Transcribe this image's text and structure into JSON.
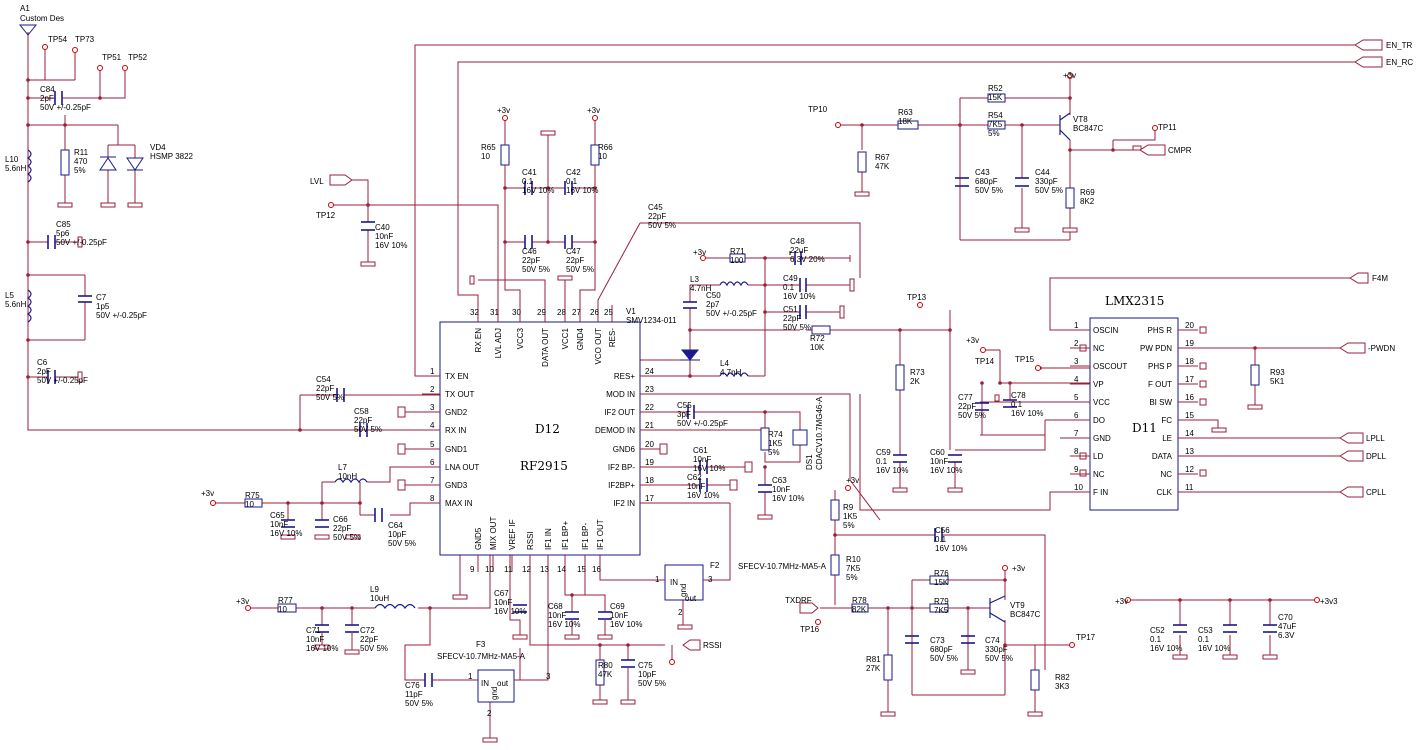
{
  "antenna": {
    "ref": "A1",
    "value": "Custom Des"
  },
  "testpoints": [
    "TP54",
    "TP73",
    "TP51",
    "TP52",
    "TP10",
    "TP11",
    "TP12",
    "TP13",
    "TP14",
    "TP15",
    "TP16",
    "TP17"
  ],
  "chips": {
    "d12": {
      "ref": "D12",
      "part": "RF2915",
      "left_pins": [
        {
          "n": "1",
          "name": "TX EN"
        },
        {
          "n": "2",
          "name": "TX OUT"
        },
        {
          "n": "3",
          "name": "GND2"
        },
        {
          "n": "4",
          "name": "RX IN"
        },
        {
          "n": "5",
          "name": "GND1"
        },
        {
          "n": "6",
          "name": "LNA OUT"
        },
        {
          "n": "7",
          "name": "GND3"
        },
        {
          "n": "8",
          "name": "MAX IN"
        }
      ],
      "right_pins": [
        {
          "n": "24",
          "name": "RES+"
        },
        {
          "n": "23",
          "name": "MOD IN"
        },
        {
          "n": "22",
          "name": "IF2 OUT"
        },
        {
          "n": "21",
          "name": "DEMOD IN"
        },
        {
          "n": "20",
          "name": "GND6"
        },
        {
          "n": "19",
          "name": "IF2 BP-"
        },
        {
          "n": "18",
          "name": "IF2BP+"
        },
        {
          "n": "17",
          "name": "IF2 IN"
        }
      ],
      "top_pins": [
        {
          "n": "32",
          "name": "RX EN"
        },
        {
          "n": "31",
          "name": "LVL ADJ"
        },
        {
          "n": "30",
          "name": "VCC3"
        },
        {
          "n": "29",
          "name": "DATA OUT"
        },
        {
          "n": "28",
          "name": "VCC1"
        },
        {
          "n": "27",
          "name": "GND4"
        },
        {
          "n": "26",
          "name": "VCO OUT"
        },
        {
          "n": "25",
          "name": "RES-"
        }
      ],
      "bottom_pins": [
        {
          "n": "9",
          "name": "GND5"
        },
        {
          "n": "10",
          "name": "MIX OUT"
        },
        {
          "n": "11",
          "name": "VREF IF"
        },
        {
          "n": "12",
          "name": "RSSI"
        },
        {
          "n": "13",
          "name": "IF1 IN"
        },
        {
          "n": "14",
          "name": "IF1 BP+"
        },
        {
          "n": "15",
          "name": "IF1 BP-"
        },
        {
          "n": "16",
          "name": "IF1 OUT"
        }
      ]
    },
    "d11": {
      "ref": "D11",
      "part": "LMX2315",
      "left_pins": [
        {
          "n": "1",
          "name": "OSCIN"
        },
        {
          "n": "2",
          "name": "NC"
        },
        {
          "n": "3",
          "name": "OSCOUT"
        },
        {
          "n": "4",
          "name": "VP"
        },
        {
          "n": "5",
          "name": "VCC"
        },
        {
          "n": "6",
          "name": "DO"
        },
        {
          "n": "7",
          "name": "GND"
        },
        {
          "n": "8",
          "name": "LD"
        },
        {
          "n": "9",
          "name": "NC"
        },
        {
          "n": "10",
          "name": "F IN"
        }
      ],
      "right_pins": [
        {
          "n": "20",
          "name": "PHS R"
        },
        {
          "n": "19",
          "name": "PW PDN"
        },
        {
          "n": "18",
          "name": "PHS P"
        },
        {
          "n": "17",
          "name": "F OUT"
        },
        {
          "n": "16",
          "name": "BI SW"
        },
        {
          "n": "15",
          "name": "FC"
        },
        {
          "n": "14",
          "name": "LE"
        },
        {
          "n": "13",
          "name": "DATA"
        },
        {
          "n": "12",
          "name": "NC"
        },
        {
          "n": "11",
          "name": "CLK"
        }
      ]
    }
  },
  "filters": {
    "f2": {
      "ref": "F2",
      "part": "SFECV-10.7MHz-MA5-A",
      "in": "IN",
      "out": "out",
      "gnd": "gnd"
    },
    "f3": {
      "ref": "F3",
      "part": "SFECV-10.7MHz-MA5-A",
      "in": "IN",
      "out": "out",
      "gnd": "gnd"
    }
  },
  "ports": {
    "en_tr": "EN_TR",
    "en_rc": "EN_RC",
    "cmpr": "CMPR",
    "lvl": "LVL",
    "f4m": "F4M",
    "pwdn": "-PWDN",
    "lpll": "LPLL",
    "dpll": "DPLL",
    "cpll": "CPLL",
    "rssi": "RSSI",
    "txdrf": "TXDRF"
  },
  "supply": {
    "v3": "+3v",
    "v3v3": "+3v3"
  },
  "components": {
    "C84": [
      "C84",
      "2pF",
      "50V +/-0.25pF"
    ],
    "R11": [
      "R11",
      "470",
      "5%"
    ],
    "VD4": [
      "VD4",
      "HSMP 3822"
    ],
    "L10": [
      "L10",
      "5.6nH"
    ],
    "C85": [
      "C85",
      "5p6",
      "50V +/-0.25pF"
    ],
    "L5": [
      "L5",
      "5.6nH"
    ],
    "C7": [
      "C7",
      "1p5",
      "50V +/-0.25pF"
    ],
    "C6": [
      "C6",
      "2pF",
      "50V +/-0.25pF"
    ],
    "C40": [
      "C40",
      "10nF",
      "16V 10%"
    ],
    "R65": [
      "R65",
      "10"
    ],
    "R66": [
      "R66",
      "10"
    ],
    "C41": [
      "C41",
      "0.1",
      "16V 10%"
    ],
    "C42": [
      "C42",
      "0.1",
      "16V 10%"
    ],
    "C46": [
      "C46",
      "22pF",
      "50V 5%"
    ],
    "C47": [
      "C47",
      "22pF",
      "50V 5%"
    ],
    "C45": [
      "C45",
      "22pF",
      "50V 5%"
    ],
    "R71": [
      "R71",
      "100"
    ],
    "C48": [
      "C48",
      "22uF",
      "6.3V 20%"
    ],
    "L3": [
      "L3",
      "4.7nH"
    ],
    "C49": [
      "C49",
      "0.1",
      "16V 10%"
    ],
    "C50": [
      "C50",
      "2p7",
      "50V +/-0.25pF"
    ],
    "V1": [
      "V1",
      "SMV1234-011"
    ],
    "C51": [
      "C51",
      "22pF",
      "50V 5%"
    ],
    "R72": [
      "R72",
      "10K"
    ],
    "L4": [
      "L4",
      "4.7nH"
    ],
    "R63": [
      "R63",
      "18K"
    ],
    "R67": [
      "R67",
      "47K"
    ],
    "R52": [
      "R52",
      "15K"
    ],
    "R54": [
      "R54",
      "7K5",
      "5%"
    ],
    "VT8": [
      "VT8",
      "BC847C"
    ],
    "C43": [
      "C43",
      "680pF",
      "50V 5%"
    ],
    "C44": [
      "C44",
      "330pF",
      "50V 5%"
    ],
    "R69": [
      "R69",
      "8K2"
    ],
    "C54": [
      "C54",
      "22pF",
      "50V 5%"
    ],
    "C58": [
      "C58",
      "22pF",
      "50V 5%"
    ],
    "L7": [
      "L7",
      "10nH"
    ],
    "R75": [
      "R75",
      "10"
    ],
    "C65": [
      "C65",
      "10nF",
      "16V 10%"
    ],
    "C66": [
      "C66",
      "22pF",
      "50V 5%"
    ],
    "C64": [
      "C64",
      "10pF",
      "50V 5%"
    ],
    "C55": [
      "C55",
      "3pF",
      "50V +/-0.25pF"
    ],
    "R74": [
      "R74",
      "1K5",
      "5%"
    ],
    "DS1": [
      "DS1",
      "CDACV10.7MG46-A"
    ],
    "C61": [
      "C61",
      "10nF",
      "16V 10%"
    ],
    "C62": [
      "C62",
      "10nF",
      "16V 10%"
    ],
    "C63": [
      "C63",
      "10nF",
      "16V 10%"
    ],
    "R73": [
      "R73",
      "2K"
    ],
    "C59": [
      "C59",
      "0.1",
      "16V 10%"
    ],
    "C60": [
      "C60",
      "10nF",
      "16V 10%"
    ],
    "C77": [
      "C77",
      "22pF",
      "50V 5%"
    ],
    "C78": [
      "C78",
      "0.1",
      "16V 10%"
    ],
    "R93": [
      "R93",
      "5K1"
    ],
    "R9": [
      "R9",
      "1K5",
      "5%"
    ],
    "R10": [
      "R10",
      "7K5",
      "5%"
    ],
    "C56": [
      "C56",
      "0.1",
      "16V 10%"
    ],
    "R76": [
      "R76",
      "15K"
    ],
    "R79": [
      "R79",
      "7K5"
    ],
    "VT9": [
      "VT9",
      "BC847C"
    ],
    "R78": [
      "R78",
      "82K"
    ],
    "R81": [
      "R81",
      "27K"
    ],
    "C73": [
      "C73",
      "680pF",
      "50V 5%"
    ],
    "C74": [
      "C74",
      "330pF",
      "50V 5%"
    ],
    "R82": [
      "R82",
      "3K3"
    ],
    "C52": [
      "C52",
      "0.1",
      "16V 10%"
    ],
    "C53": [
      "C53",
      "0.1",
      "16V 10%"
    ],
    "C70": [
      "C70",
      "47uF",
      "6.3V"
    ],
    "R77": [
      "R77",
      "10"
    ],
    "C71": [
      "C71",
      "10nF",
      "16V 10%"
    ],
    "C72": [
      "C72",
      "22pF",
      "50V 5%"
    ],
    "L9": [
      "L9",
      "10uH"
    ],
    "C67": [
      "C67",
      "10nF",
      "16V 10%"
    ],
    "C68": [
      "C68",
      "10nF",
      "16V 10%"
    ],
    "C69": [
      "C69",
      "10nF",
      "16V 10%"
    ],
    "C76": [
      "C76",
      "11pF",
      "50V 5%"
    ],
    "R80": [
      "R80",
      "47K"
    ],
    "C75": [
      "C75",
      "10pF",
      "50V 5%"
    ]
  }
}
